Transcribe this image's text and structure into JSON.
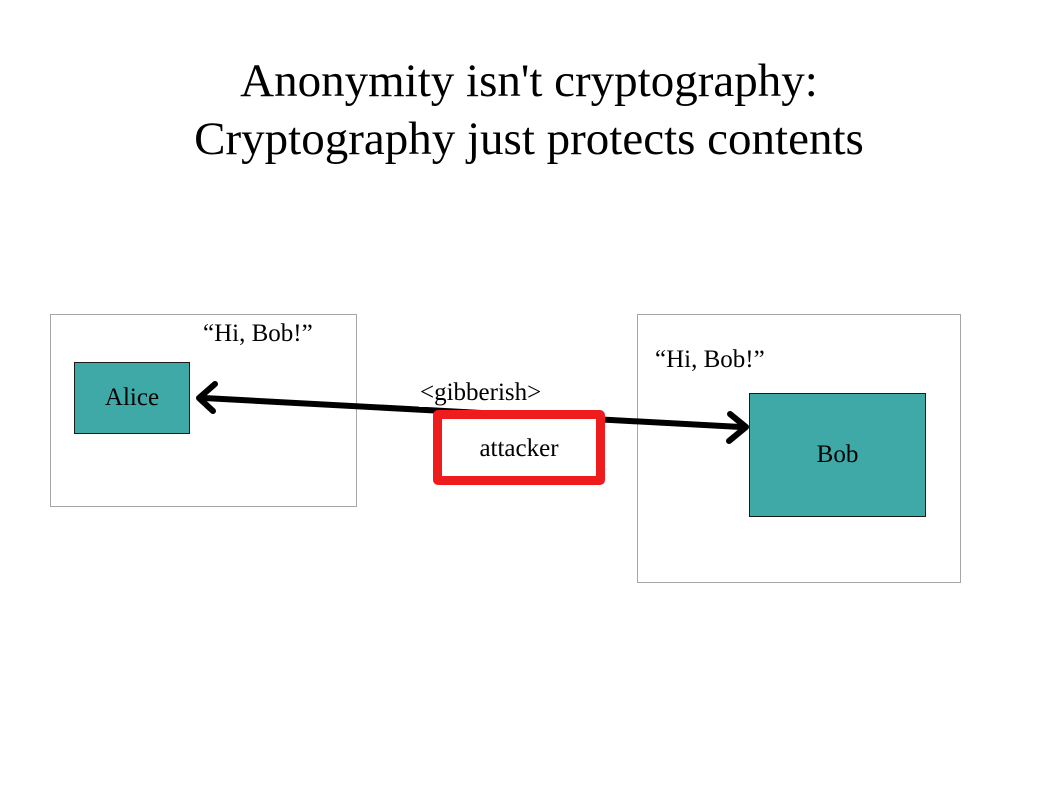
{
  "slide": {
    "title_line1": "Anonymity isn't cryptography:",
    "title_line2": "Cryptography just protects contents"
  },
  "alice": {
    "label": "Alice",
    "message": "“Hi, Bob!”"
  },
  "bob": {
    "label": "Bob",
    "message": "“Hi, Bob!”"
  },
  "channel": {
    "label": "<gibberish>"
  },
  "attacker": {
    "label": "attacker"
  },
  "colors": {
    "node_fill": "#3fa9a8",
    "attacker_border": "#ee1c1c",
    "frame_border": "#a6a6a6",
    "arrow": "#000000"
  }
}
